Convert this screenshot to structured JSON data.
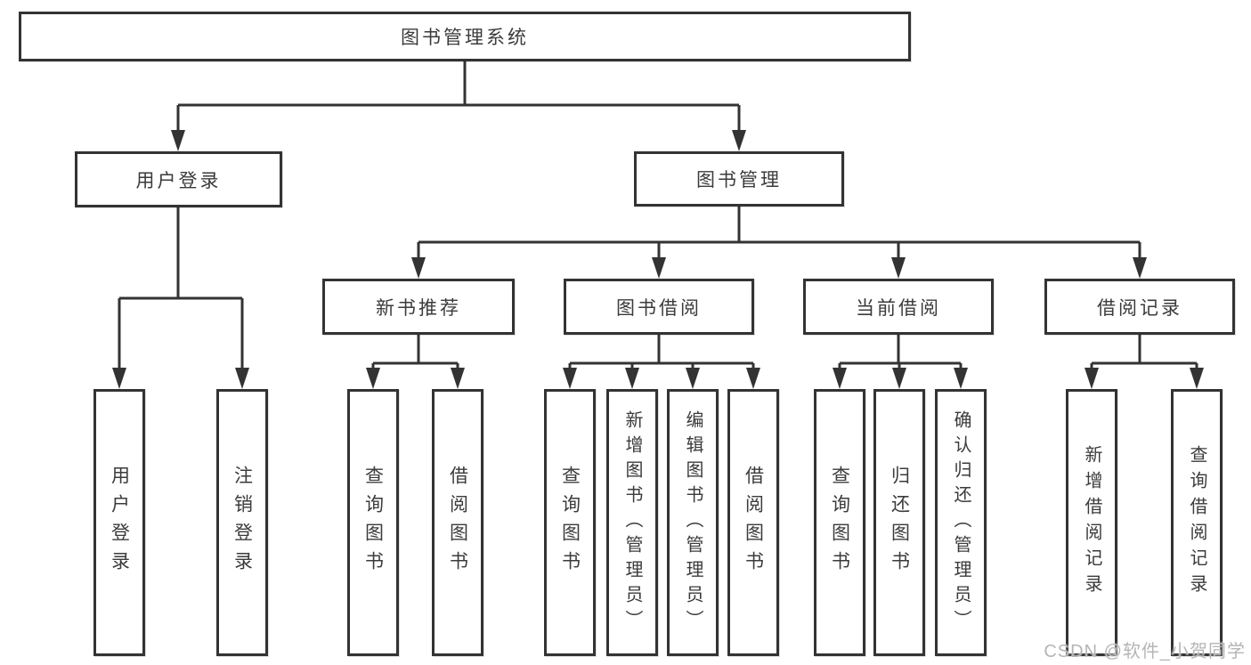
{
  "diagram": {
    "title_node": {
      "label": "图书管理系统"
    },
    "level2": {
      "user_login": {
        "label": "用户登录"
      },
      "book_management": {
        "label": "图书管理"
      }
    },
    "level3": {
      "new_book_recommend": {
        "label": "新书推荐"
      },
      "book_borrow": {
        "label": "图书借阅"
      },
      "current_borrow": {
        "label": "当前借阅"
      },
      "borrow_records": {
        "label": "借阅记录"
      }
    },
    "leaves": [
      {
        "label": "用户登录"
      },
      {
        "label": "注销登录"
      },
      {
        "label": "查询图书"
      },
      {
        "label": "借阅图书"
      },
      {
        "label": "查询图书"
      },
      {
        "label": "新增图书（管理员）"
      },
      {
        "label": "编辑图书（管理员）"
      },
      {
        "label": "借阅图书"
      },
      {
        "label": "查询图书"
      },
      {
        "label": "归还图书"
      },
      {
        "label": "确认归还（管理员）"
      },
      {
        "label": "新增借阅记录"
      },
      {
        "label": "查询借阅记录"
      }
    ],
    "colors": {
      "line": "#333333",
      "text": "#3b3b3b",
      "background": "#ffffff",
      "watermark": "#b5b5b5"
    }
  },
  "watermark": {
    "text": "CSDN @软件_小贺同学"
  }
}
